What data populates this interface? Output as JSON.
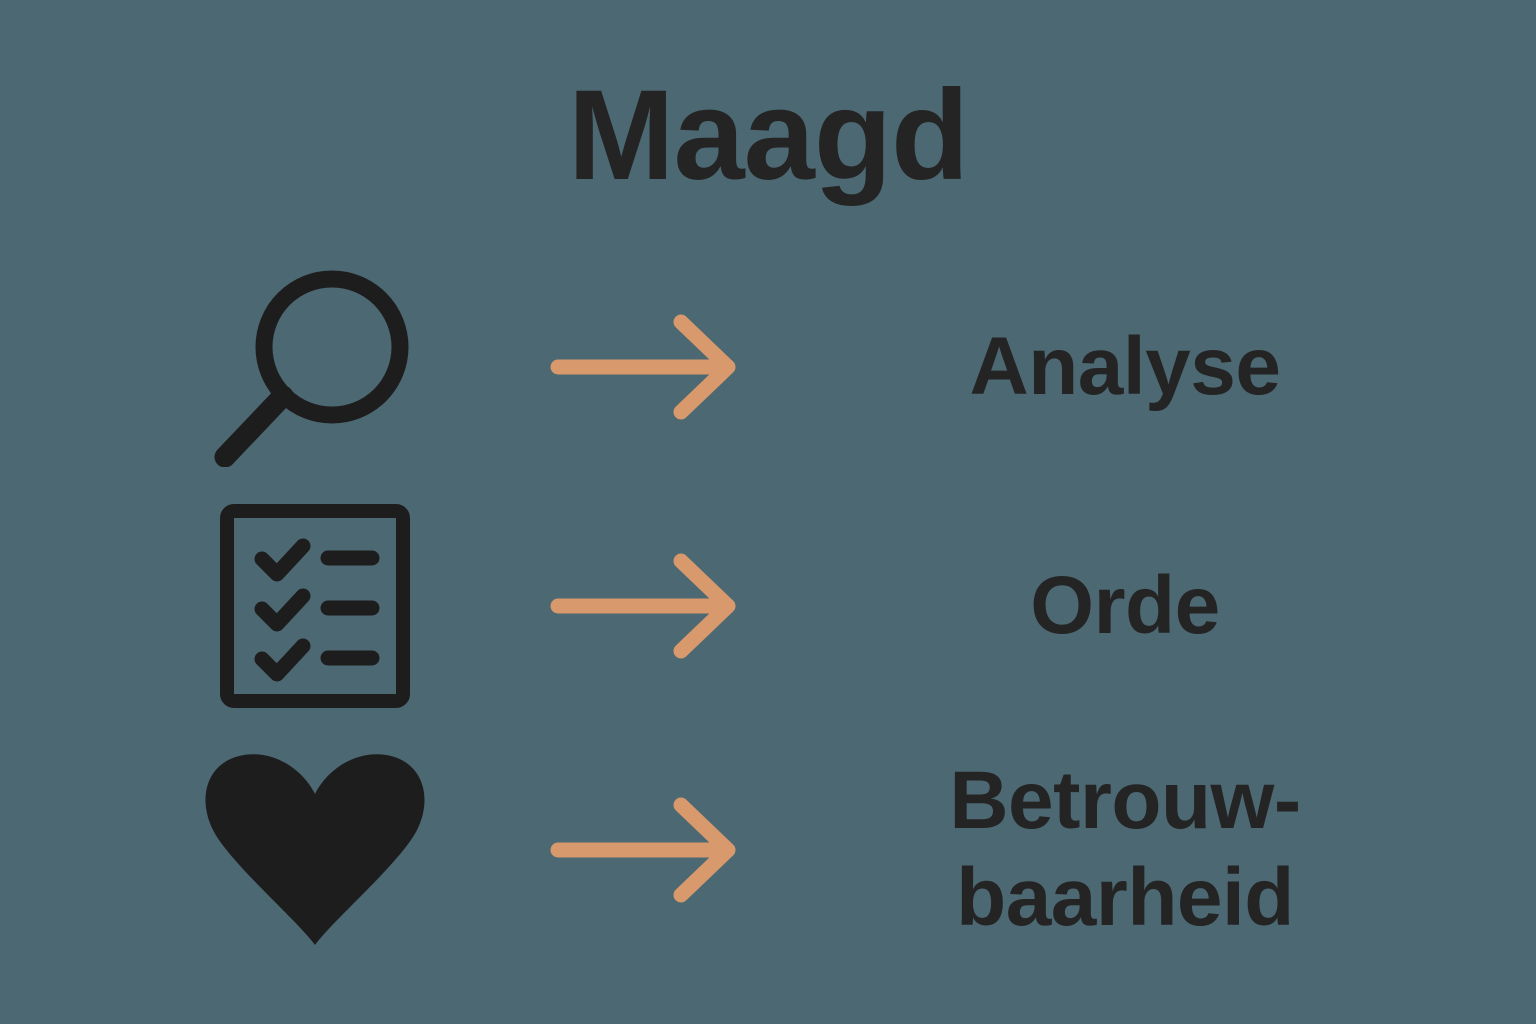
{
  "background_color": "#4c6872",
  "text_color": "#242424",
  "accent_color": "#d89a6c",
  "header": {
    "title": "Maagd"
  },
  "rows": [
    {
      "icon": "magnifier-icon",
      "connector": "arrow-right-icon",
      "label": "Analyse"
    },
    {
      "icon": "checklist-icon",
      "connector": "arrow-right-icon",
      "label": "Orde"
    },
    {
      "icon": "heart-icon",
      "connector": "arrow-right-icon",
      "label": "Betrouw-\nbaarheid"
    }
  ]
}
